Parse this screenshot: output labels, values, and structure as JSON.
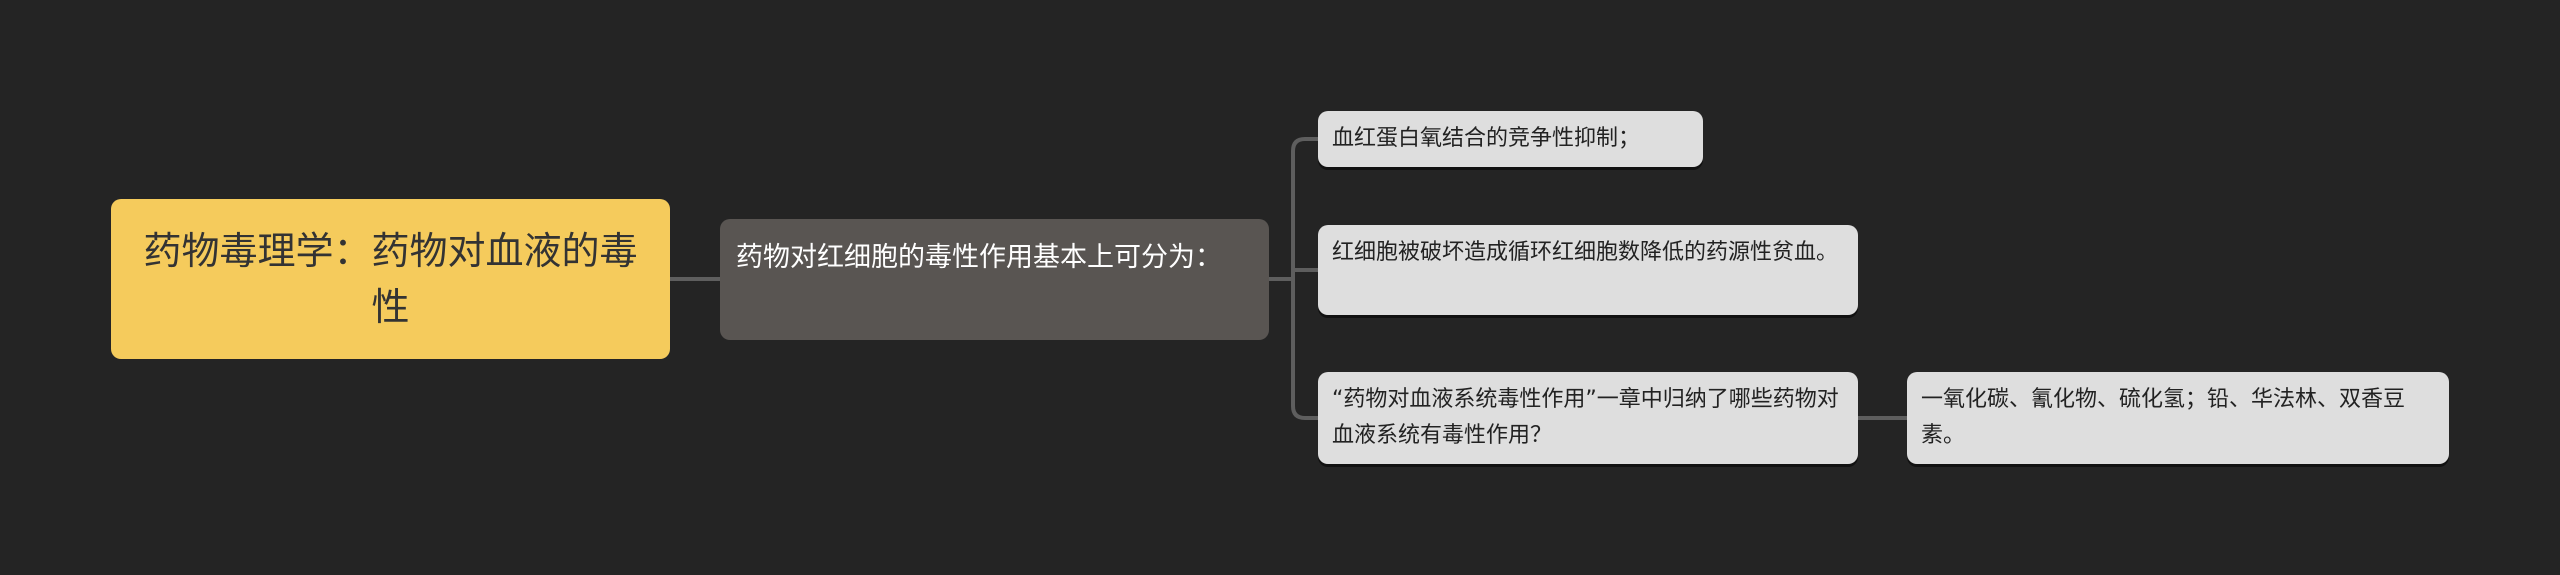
{
  "root": {
    "title": "药物毒理学：药物对血液的毒性"
  },
  "main": {
    "text": "药物对红细胞的毒性作用基本上可分为："
  },
  "children": [
    {
      "text": "血红蛋白氧结合的竞争性抑制；"
    },
    {
      "text": "红细胞被破坏造成循环红细胞数降低的药源性贫血。"
    },
    {
      "text": "“药物对血液系统毒性作用”一章中归纳了哪些药物对血液系统有毒性作用？"
    }
  ],
  "grandchild": {
    "text": "一氧化碳、氰化物、硫化氢；铅、华法林、双香豆素。"
  },
  "colors": {
    "background": "#242424",
    "root": "#f5cb5c",
    "main": "#595552",
    "leaf": "#dedede",
    "line": "#5a5a5a"
  }
}
